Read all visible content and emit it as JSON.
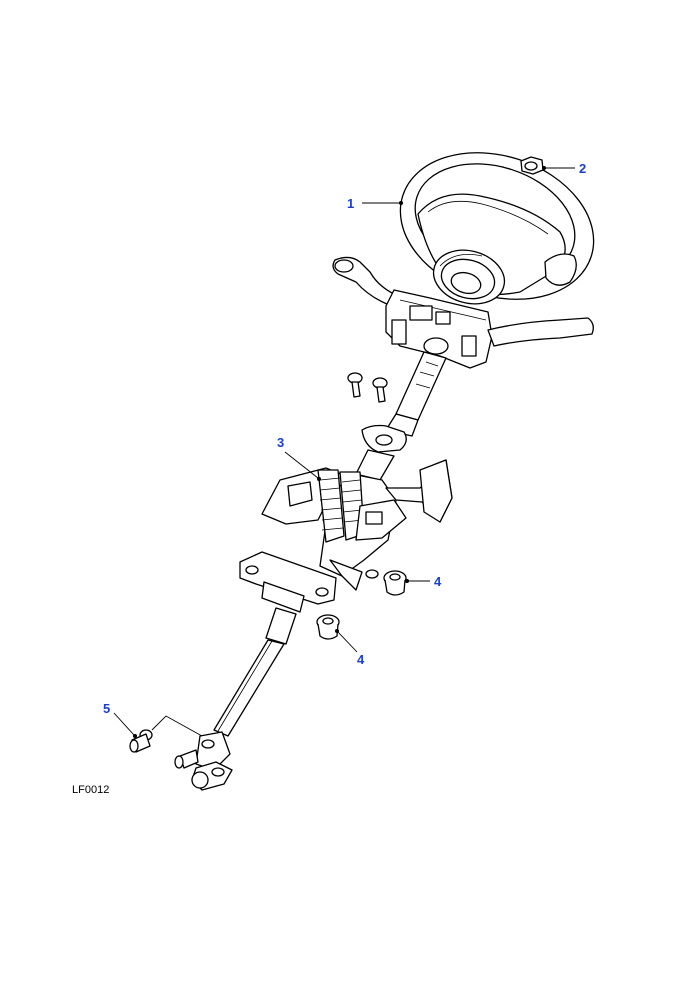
{
  "figure_ref": "LF0012",
  "callouts": {
    "c1": "1",
    "c2": "2",
    "c3": "3",
    "c4a": "4",
    "c4b": "4",
    "c5": "5"
  },
  "colors": {
    "callout": "#1a3fd0",
    "line": "#000000",
    "background": "#ffffff"
  }
}
